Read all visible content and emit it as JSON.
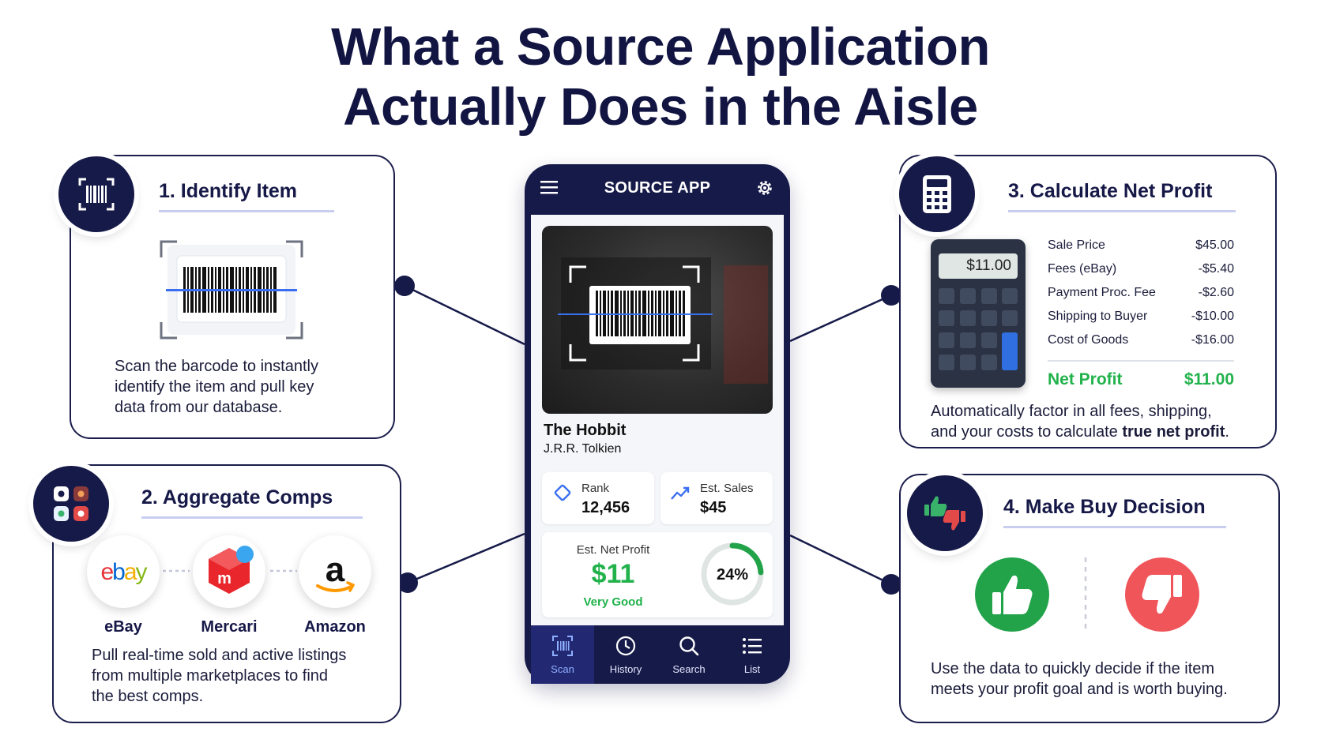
{
  "title": {
    "line1": "What a Source Application",
    "line2": "Actually Does in the Aisle"
  },
  "colors": {
    "navy": "#161a48",
    "green": "#22b24c",
    "red": "#f0555a",
    "rule": "#c9cdef"
  },
  "step1": {
    "title": "1. Identify Item",
    "icon": "barcode-icon",
    "description_lines": [
      "Scan the barcode to instantly",
      "identify the item and pull key",
      "data from our database."
    ]
  },
  "step2": {
    "title": "2. Aggregate Comps",
    "icon": "app-grid-icon",
    "marketplaces": [
      {
        "name": "eBay",
        "logo": "ebay"
      },
      {
        "name": "Mercari",
        "logo": "m"
      },
      {
        "name": "Amazon",
        "logo": "a"
      }
    ],
    "description_lines": [
      "Pull real-time sold and active listings",
      "from multiple marketplaces to find",
      "the best comps."
    ]
  },
  "step3": {
    "title": "3. Calculate Net Profit",
    "icon": "calculator-icon",
    "calculator_display": "$11.00",
    "rows": [
      {
        "label": "Sale Price",
        "value": "$45.00"
      },
      {
        "label": "Fees (eBay)",
        "value": "-$5.40"
      },
      {
        "label": "Payment Proc. Fee",
        "value": "-$2.60"
      },
      {
        "label": "Shipping to Buyer",
        "value": "-$10.00"
      },
      {
        "label": "Cost of Goods",
        "value": "-$16.00"
      }
    ],
    "net_label": "Net Profit",
    "net_value": "$11.00",
    "description_line1": "Automatically factor in all fees, shipping,",
    "description_line2_prefix": "and your costs to calculate ",
    "description_line2_bold": "true net profit",
    "description_line2_suffix": "."
  },
  "step4": {
    "title": "4. Make Buy Decision",
    "icon": "thumbs-up-down-icon",
    "description_lines": [
      "Use the data to quickly decide if the item",
      "meets your profit goal and is worth buying."
    ]
  },
  "phone": {
    "app_name": "SOURCE APP",
    "book_title": "The Hobbit",
    "book_author": "J.R.R. Tolkien",
    "rank_label": "Rank",
    "rank_value": "12,456",
    "sales_label": "Est. Sales",
    "sales_value": "$45",
    "net_profit_label": "Est. Net Profit",
    "net_profit_value": "$11",
    "rating": "Very Good",
    "roi_percent": "24%",
    "roi_fraction": 0.24,
    "tabs": [
      {
        "label": "Scan",
        "icon": "barcode-icon",
        "active": true
      },
      {
        "label": "History",
        "icon": "clock-icon",
        "active": false
      },
      {
        "label": "Search",
        "icon": "search-icon",
        "active": false
      },
      {
        "label": "List",
        "icon": "list-icon",
        "active": false
      }
    ]
  }
}
